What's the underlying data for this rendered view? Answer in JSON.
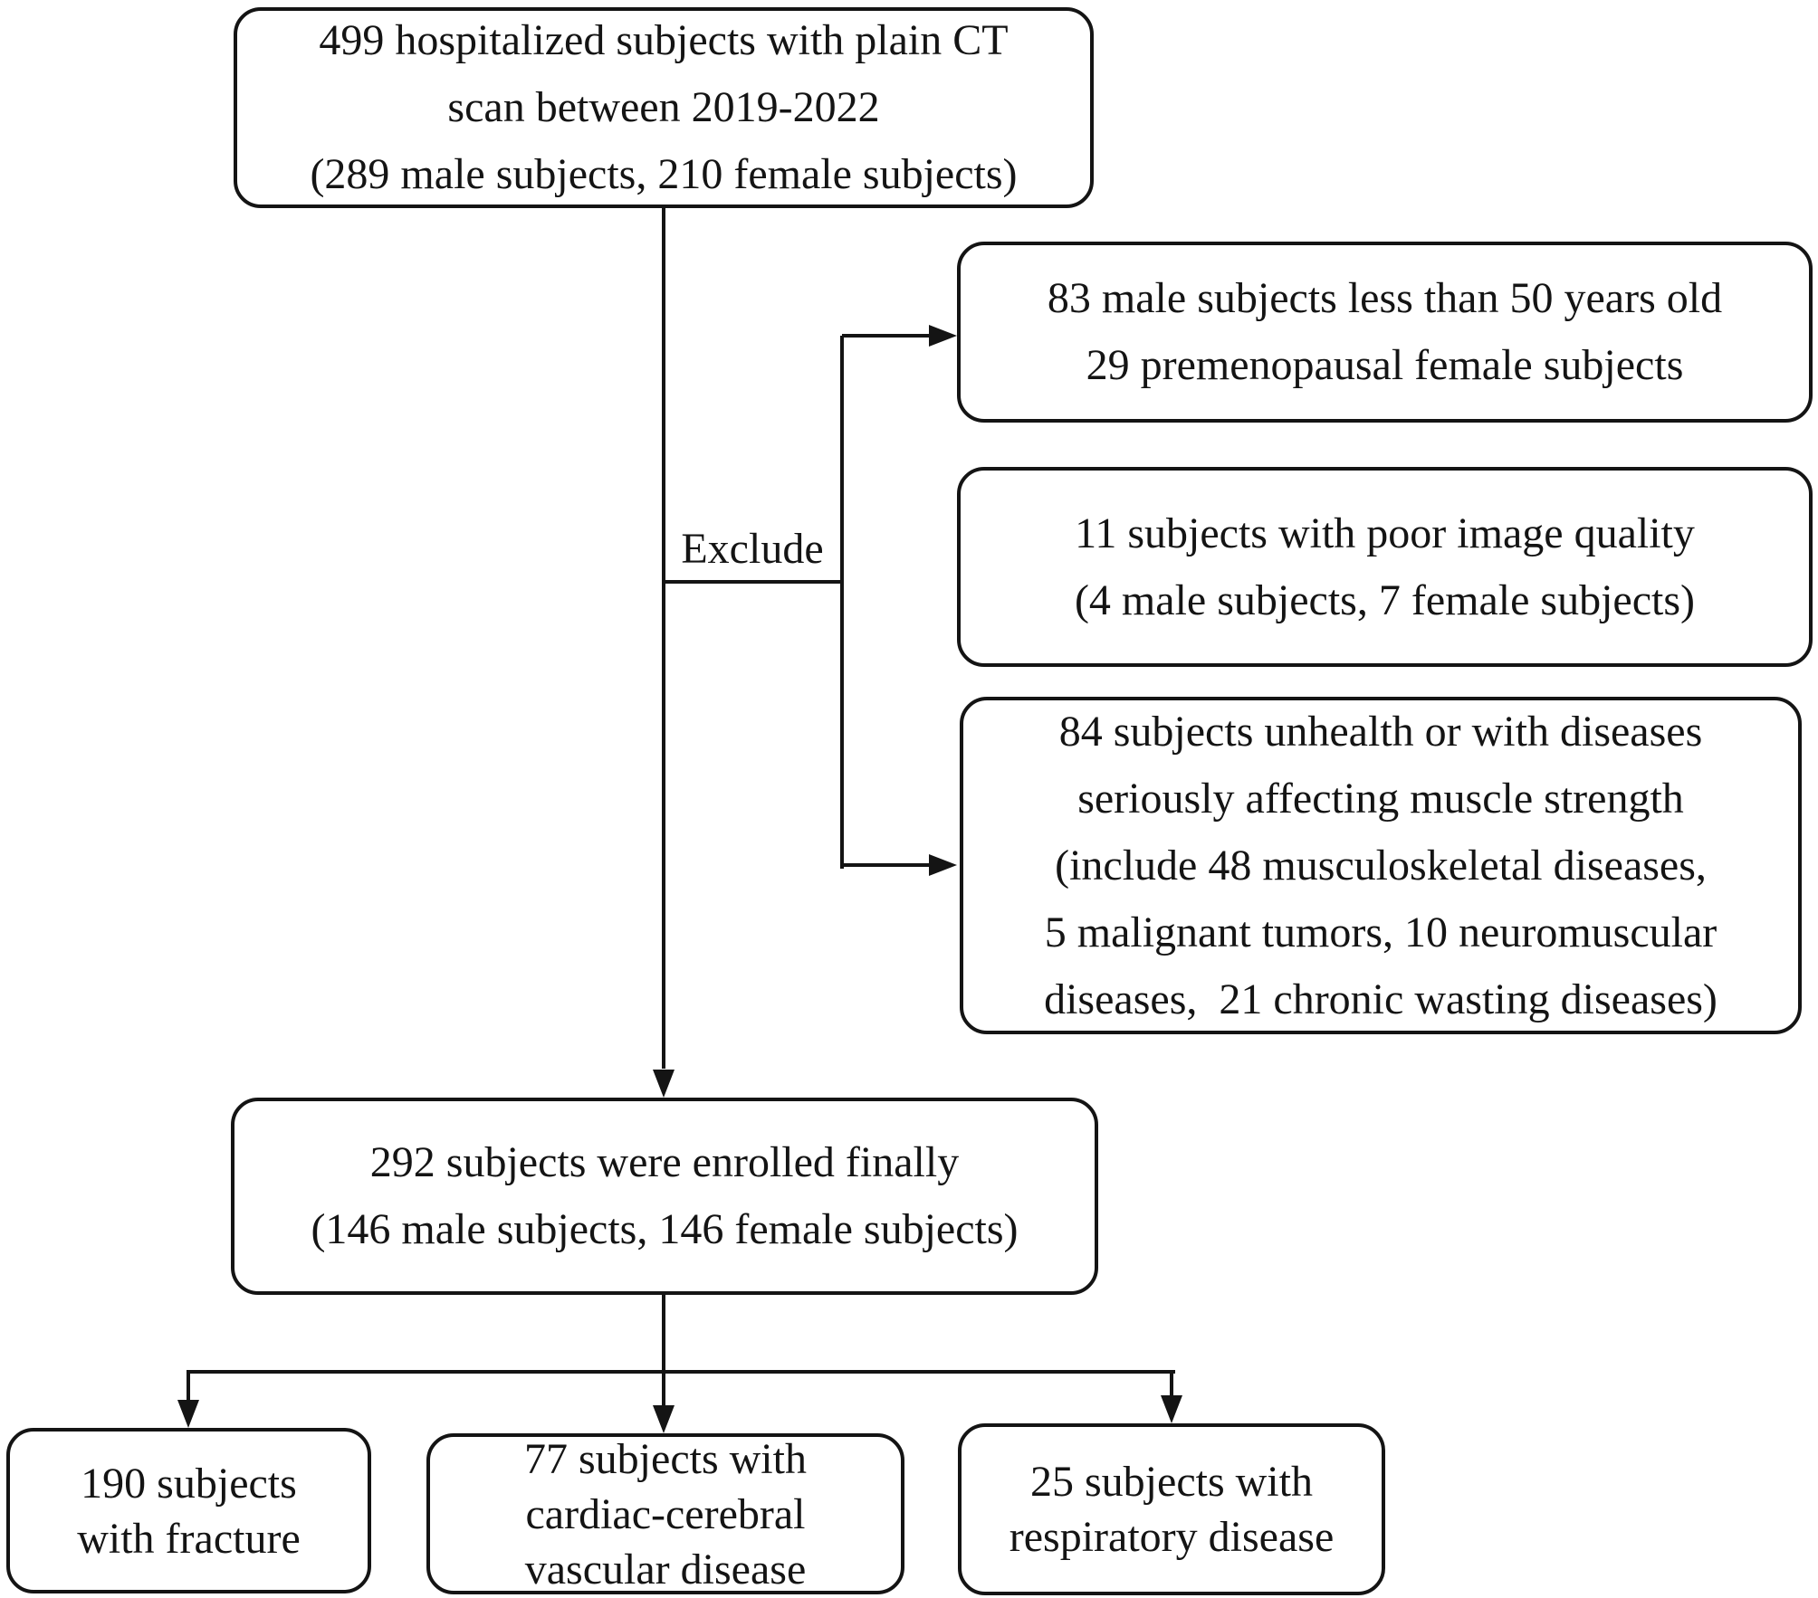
{
  "flow": {
    "figure_type": "study-enrollment-flowchart",
    "colors": {
      "stroke": "#141414",
      "text": "#141414",
      "background": "#ffffff"
    },
    "labels": {
      "exclude": "Exclude"
    },
    "nodes": {
      "initial": {
        "lines": [
          "499 hospitalized subjects with plain CT",
          "scan between 2019-2022",
          "(289 male subjects, 210 female subjects)"
        ]
      },
      "excluded_age": {
        "lines": [
          "83 male subjects less than 50 years old",
          "29 premenopausal female subjects"
        ]
      },
      "excluded_image_quality": {
        "lines": [
          "11 subjects with poor image quality",
          "(4 male subjects, 7 female subjects)"
        ]
      },
      "excluded_disease": {
        "lines": [
          "84 subjects unhealth or with diseases",
          "seriously affecting muscle strength",
          "(include 48 musculoskeletal diseases,",
          "5 malignant tumors, 10 neuromuscular",
          "diseases,  21 chronic wasting diseases)"
        ]
      },
      "enrolled": {
        "lines": [
          "292 subjects were enrolled finally",
          "(146 male subjects, 146 female subjects)"
        ]
      },
      "fracture": {
        "lines": [
          "190 subjects",
          "with fracture"
        ]
      },
      "cardiac_cerebral": {
        "lines": [
          "77 subjects with",
          "cardiac-cerebral",
          "vascular disease"
        ]
      },
      "respiratory": {
        "lines": [
          "25 subjects with",
          "respiratory disease"
        ]
      }
    }
  }
}
